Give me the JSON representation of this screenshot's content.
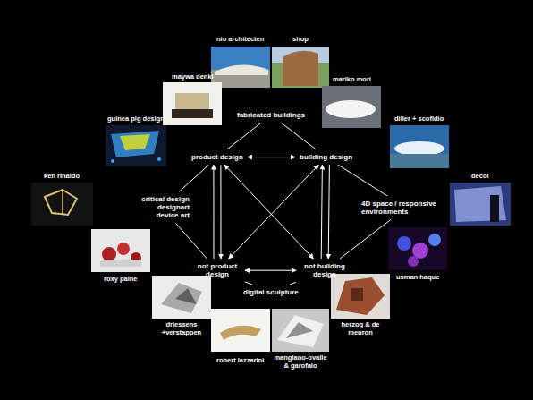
{
  "diagram": {
    "nodes": [
      {
        "text": [
          "fabricated buildings"
        ]
      },
      {
        "text": [
          "product design"
        ]
      },
      {
        "text": [
          "building design"
        ]
      },
      {
        "text": [
          "critical design designart device art"
        ]
      },
      {
        "text": [
          "4D space / responsive environments"
        ]
      },
      {
        "text": [
          "not product design"
        ]
      },
      {
        "text": [
          "not building design"
        ]
      },
      {
        "text": [
          "digital sculpture"
        ]
      }
    ],
    "edges": [
      {
        "from": 0,
        "to": 1,
        "arrow": "none"
      },
      {
        "from": 0,
        "to": 2,
        "arrow": "none"
      },
      {
        "from": 1,
        "to": 2,
        "arrow": "both"
      },
      {
        "from": 3,
        "to": 1,
        "arrow": "none"
      },
      {
        "from": 3,
        "to": 5,
        "arrow": "none"
      },
      {
        "from": 4,
        "to": 2,
        "arrow": "none"
      },
      {
        "from": 4,
        "to": 6,
        "arrow": "none"
      },
      {
        "from": 1,
        "to": 5,
        "arrow": "to"
      },
      {
        "from": 5,
        "to": 1,
        "arrow": "to"
      },
      {
        "from": 2,
        "to": 6,
        "arrow": "to"
      },
      {
        "from": 6,
        "to": 2,
        "arrow": "to"
      },
      {
        "from": 5,
        "to": 6,
        "arrow": "both"
      },
      {
        "from": 1,
        "to": 6,
        "arrow": "both"
      },
      {
        "from": 2,
        "to": 5,
        "arrow": "both"
      },
      {
        "from": 7,
        "to": 5,
        "arrow": "none"
      },
      {
        "from": 7,
        "to": 6,
        "arrow": "none"
      }
    ],
    "labels": [
      "nio architecten",
      "shop",
      "maywa denki",
      "mariko mori",
      "guinea pig design",
      "diller + scofidio",
      "ken rinaldo",
      "decoi",
      "roxy paine",
      "usman haque",
      "driessens +verstappen",
      "herzog & de meuron",
      "robert lazzarini",
      "manglano-ovalle & garofalo"
    ]
  }
}
